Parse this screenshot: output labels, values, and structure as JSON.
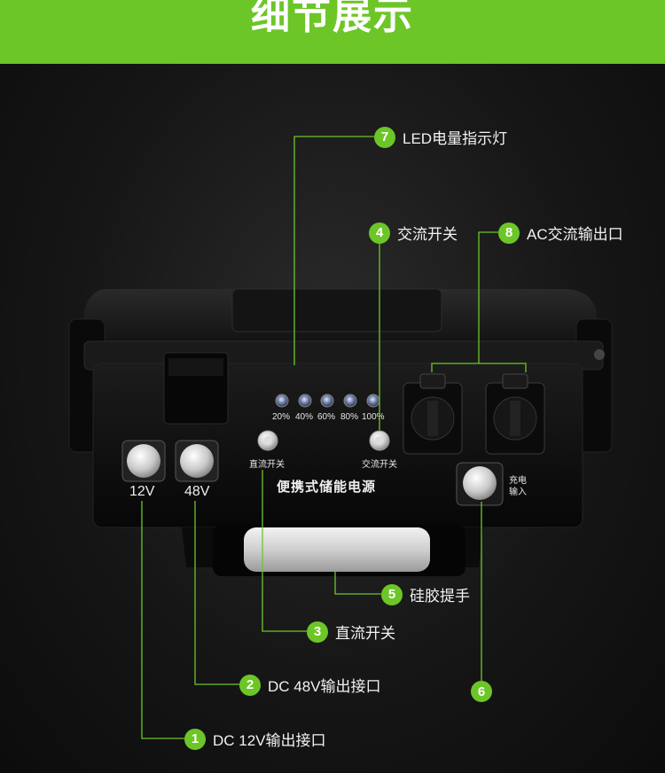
{
  "banner": {
    "title": "细节展示"
  },
  "device": {
    "name": "便携式储能电源",
    "dc_switch_label": "直流开关",
    "ac_switch_label": "交流开关",
    "charge_label_line1": "充电",
    "charge_label_line2": "输入",
    "port_12v": "12V",
    "port_48v": "48V",
    "battery_levels": [
      "20%",
      "40%",
      "60%",
      "80%",
      "100%"
    ]
  },
  "callouts": {
    "c1": {
      "num": "1",
      "label": "DC 12V输出接口"
    },
    "c2": {
      "num": "2",
      "label": "DC 48V输出接口"
    },
    "c3": {
      "num": "3",
      "label": "直流开关"
    },
    "c4": {
      "num": "4",
      "label": "交流开关"
    },
    "c5": {
      "num": "5",
      "label": "硅胶提手"
    },
    "c6": {
      "num": "6"
    },
    "c7": {
      "num": "7",
      "label": "LED电量指示灯"
    },
    "c8": {
      "num": "8",
      "label": "AC交流输出口"
    }
  },
  "colors": {
    "accent": "#6cc627",
    "background": "#161616",
    "device_body": "#0d0d0d"
  }
}
